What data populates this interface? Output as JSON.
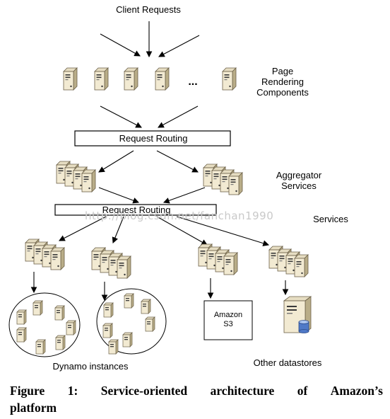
{
  "labels": {
    "client_requests": "Client Requests",
    "page_rendering": [
      "Page",
      "Rendering",
      "Components"
    ],
    "ellipsis": "...",
    "request_routing_top": "Request Routing",
    "aggregator": [
      "Aggregator",
      "Services"
    ],
    "request_routing_mid": "Request Routing",
    "services": "Services",
    "amazon_s3": [
      "Amazon",
      "S3"
    ],
    "dynamo_instances": "Dynamo instances",
    "other_datastores": "Other datastores"
  },
  "caption": {
    "line1_words": [
      "Figure",
      "1:",
      "Service-oriented",
      "architecture",
      "of",
      "Amazon’s"
    ],
    "line2": "platform"
  },
  "watermark": "http://blog.csdn.net/fanchan1990",
  "colors": {
    "server_face": "#f2ead2",
    "server_side": "#c9bd98",
    "server_top": "#e6ddc2",
    "line": "#000000",
    "db_cylinder": "#4f79c7"
  }
}
